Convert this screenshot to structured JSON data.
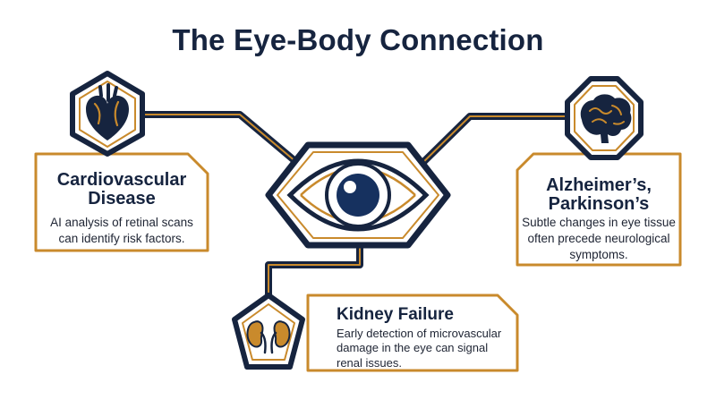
{
  "title": "The Eye-Body Connection",
  "colors": {
    "navy": "#16243f",
    "gold": "#c98a2c",
    "eye_blue": "#16315f"
  },
  "nodes": [
    {
      "id": "cardio",
      "icon": "heart-icon",
      "title_lines": [
        "Cardiovascular",
        "Disease"
      ],
      "text_lines": [
        "AI analysis of retinal scans",
        "can identify risk factors."
      ]
    },
    {
      "id": "neuro",
      "icon": "brain-icon",
      "title_lines": [
        "Alzheimer’s,",
        "Parkinson’s"
      ],
      "text_lines": [
        "Subtle changes in eye tissue",
        "often precede neurological",
        "symptoms."
      ]
    },
    {
      "id": "kidney",
      "icon": "kidneys-icon",
      "title_lines": [
        "Kidney Failure"
      ],
      "text_lines": [
        "Early detection of microvascular",
        "damage in the eye can signal",
        "renal issues."
      ]
    }
  ],
  "center": {
    "icon": "eye-icon"
  }
}
